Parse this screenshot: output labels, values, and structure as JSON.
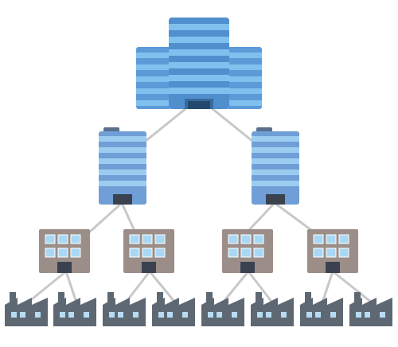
{
  "diagram": {
    "type": "organization-hierarchy",
    "levels": [
      {
        "level": 1,
        "kind": "headquarters-tower",
        "count": 1
      },
      {
        "level": 2,
        "kind": "office-building",
        "count": 2
      },
      {
        "level": 3,
        "kind": "branch-building",
        "count": 4
      },
      {
        "level": 4,
        "kind": "factory",
        "count": 8
      }
    ],
    "colors": {
      "line": "#c8c8c8",
      "tower_blue": "#5b9bd8",
      "tower_stripe": "#80c0ee",
      "tower_dark": "#3a6a9e",
      "building_blue": "#6f9fd6",
      "building_stripe": "#9ccdf1",
      "building_top": "#5a6f8c",
      "door": "#3a4250",
      "branch_brown": "#9b8d87",
      "branch_window": "#a9d8f5",
      "factory_gray": "#5e6873",
      "factory_window": "#b8dcf3"
    }
  }
}
